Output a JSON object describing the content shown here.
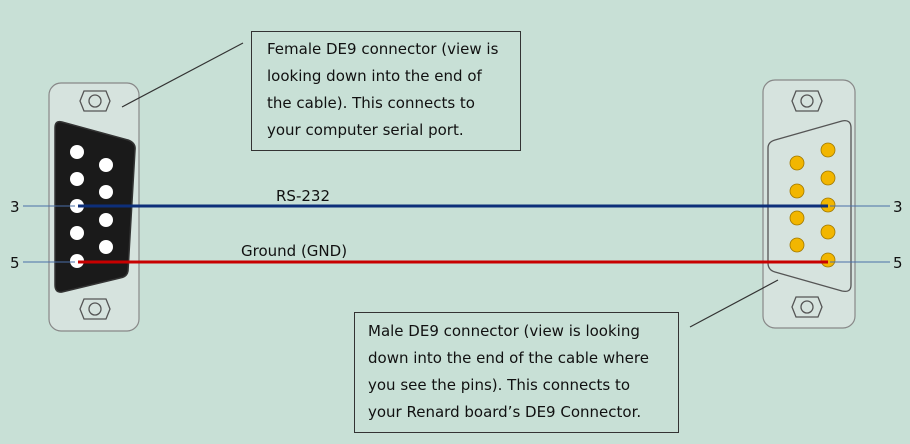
{
  "wires": [
    {
      "name": "RS-232",
      "pin": "3",
      "color": "#0d2f7a"
    },
    {
      "name": "Ground (GND)",
      "pin": "5",
      "color": "#c80000"
    }
  ],
  "female_callout": [
    "Female DE9 connector (view is",
    "looking down into the end of",
    "the cable).  This connects to",
    "your computer serial port."
  ],
  "male_callout": [
    "Male DE9 connector (view is looking",
    "down into the end of the cable where",
    "you see the pins).  This connects to",
    "your Renard board’s DE9 Connector."
  ],
  "colors": {
    "background": "#c8e0d6",
    "female_shell": "#1a1a1a",
    "male_pin": "#f2b600"
  }
}
